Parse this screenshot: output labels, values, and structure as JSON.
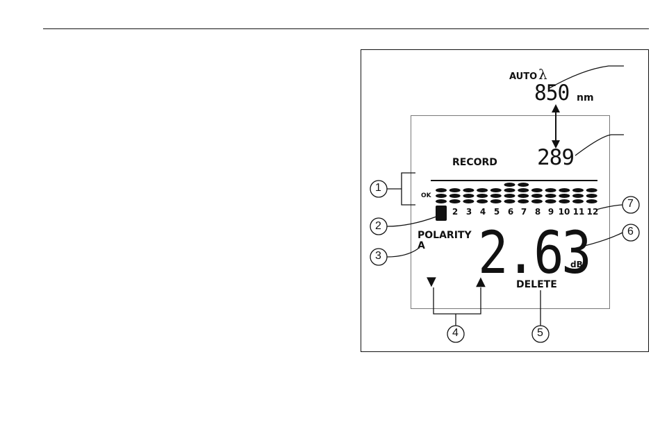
{
  "display": {
    "auto_label": "AUTO",
    "lambda_symbol": "λ",
    "wavelength_value": "850",
    "wavelength_unit": "nm",
    "record_label": "RECORD",
    "record_number": "289",
    "ok_label": "OK",
    "fiber_numbers": [
      "1",
      "2",
      "3",
      "4",
      "5",
      "6",
      "7",
      "8",
      "9",
      "10",
      "11",
      "12"
    ],
    "selected_fiber": "1",
    "polarity_label": "POLARITY",
    "polarity_value": "A",
    "loss_value": "2.63",
    "loss_unit": "dB",
    "delete_label": "DELETE",
    "left_arrow": "▼",
    "right_arrow": "▲"
  },
  "callouts": [
    "1",
    "2",
    "3",
    "4",
    "5",
    "6",
    "7"
  ]
}
